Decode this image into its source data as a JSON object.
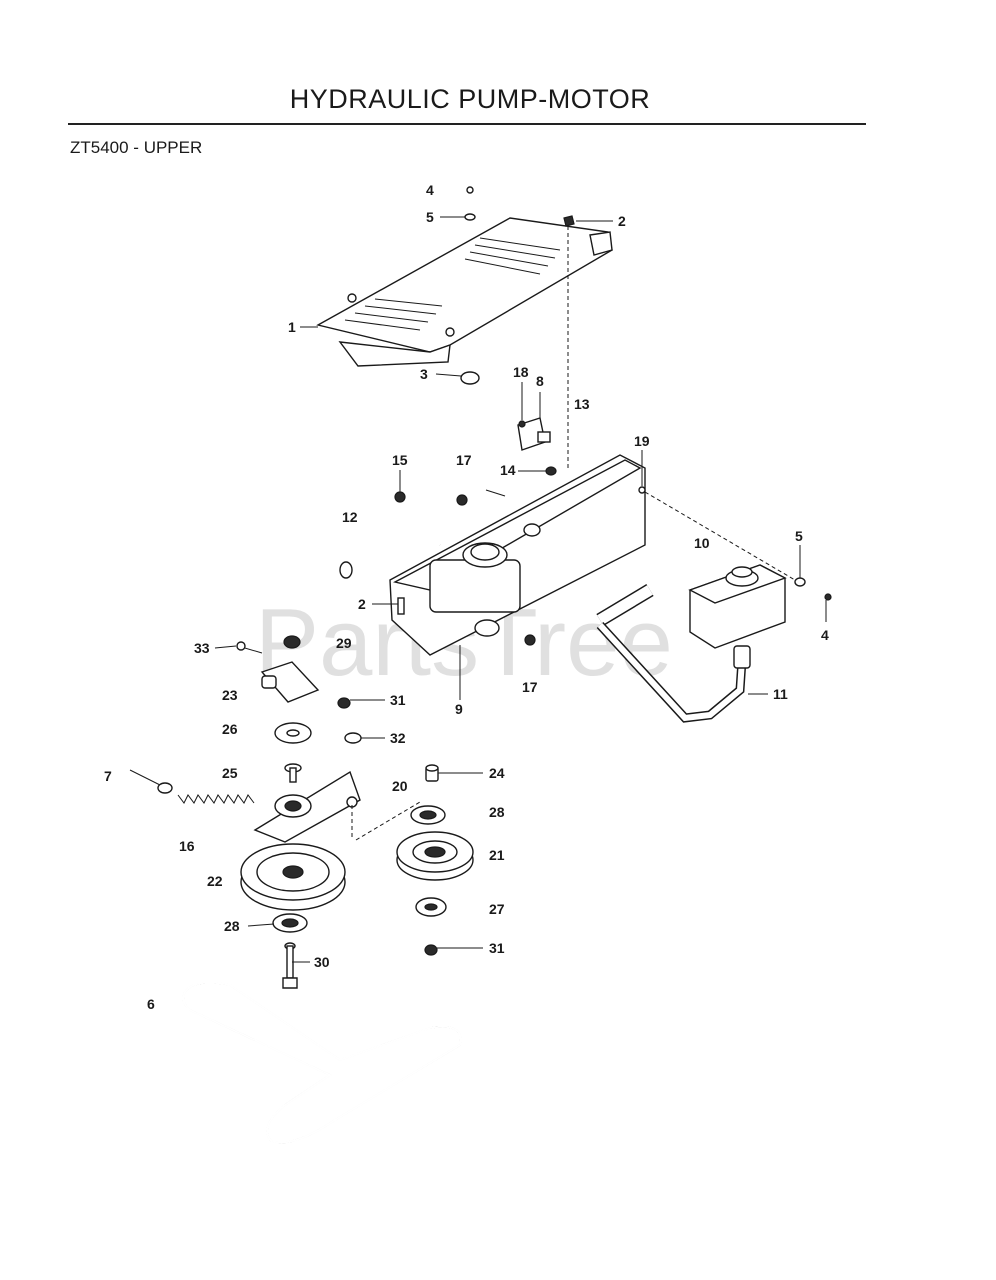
{
  "header": {
    "title": "HYDRAULIC PUMP-MOTOR",
    "subtitle": "ZT5400 - UPPER"
  },
  "watermark": "PartsTree",
  "callouts": [
    {
      "id": "c4a",
      "label": "4"
    },
    {
      "id": "c5a",
      "label": "5"
    },
    {
      "id": "c2a",
      "label": "2"
    },
    {
      "id": "c1",
      "label": "1"
    },
    {
      "id": "c3",
      "label": "3"
    },
    {
      "id": "c18",
      "label": "18"
    },
    {
      "id": "c8",
      "label": "8"
    },
    {
      "id": "c13",
      "label": "13"
    },
    {
      "id": "c15",
      "label": "15"
    },
    {
      "id": "c17a",
      "label": "17"
    },
    {
      "id": "c14",
      "label": "14"
    },
    {
      "id": "c19",
      "label": "19"
    },
    {
      "id": "c12",
      "label": "12"
    },
    {
      "id": "c10",
      "label": "10"
    },
    {
      "id": "c5b",
      "label": "5"
    },
    {
      "id": "c2b",
      "label": "2"
    },
    {
      "id": "c4b",
      "label": "4"
    },
    {
      "id": "c33",
      "label": "33"
    },
    {
      "id": "c29",
      "label": "29"
    },
    {
      "id": "c17b",
      "label": "17"
    },
    {
      "id": "c23",
      "label": "23"
    },
    {
      "id": "c31a",
      "label": "31"
    },
    {
      "id": "c9",
      "label": "9"
    },
    {
      "id": "c11",
      "label": "11"
    },
    {
      "id": "c26",
      "label": "26"
    },
    {
      "id": "c32",
      "label": "32"
    },
    {
      "id": "c7",
      "label": "7"
    },
    {
      "id": "c25",
      "label": "25"
    },
    {
      "id": "c20",
      "label": "20"
    },
    {
      "id": "c24",
      "label": "24"
    },
    {
      "id": "c28a",
      "label": "28"
    },
    {
      "id": "c16",
      "label": "16"
    },
    {
      "id": "c21",
      "label": "21"
    },
    {
      "id": "c22",
      "label": "22"
    },
    {
      "id": "c27",
      "label": "27"
    },
    {
      "id": "c28b",
      "label": "28"
    },
    {
      "id": "c31b",
      "label": "31"
    },
    {
      "id": "c30",
      "label": "30"
    },
    {
      "id": "c6",
      "label": "6"
    }
  ]
}
